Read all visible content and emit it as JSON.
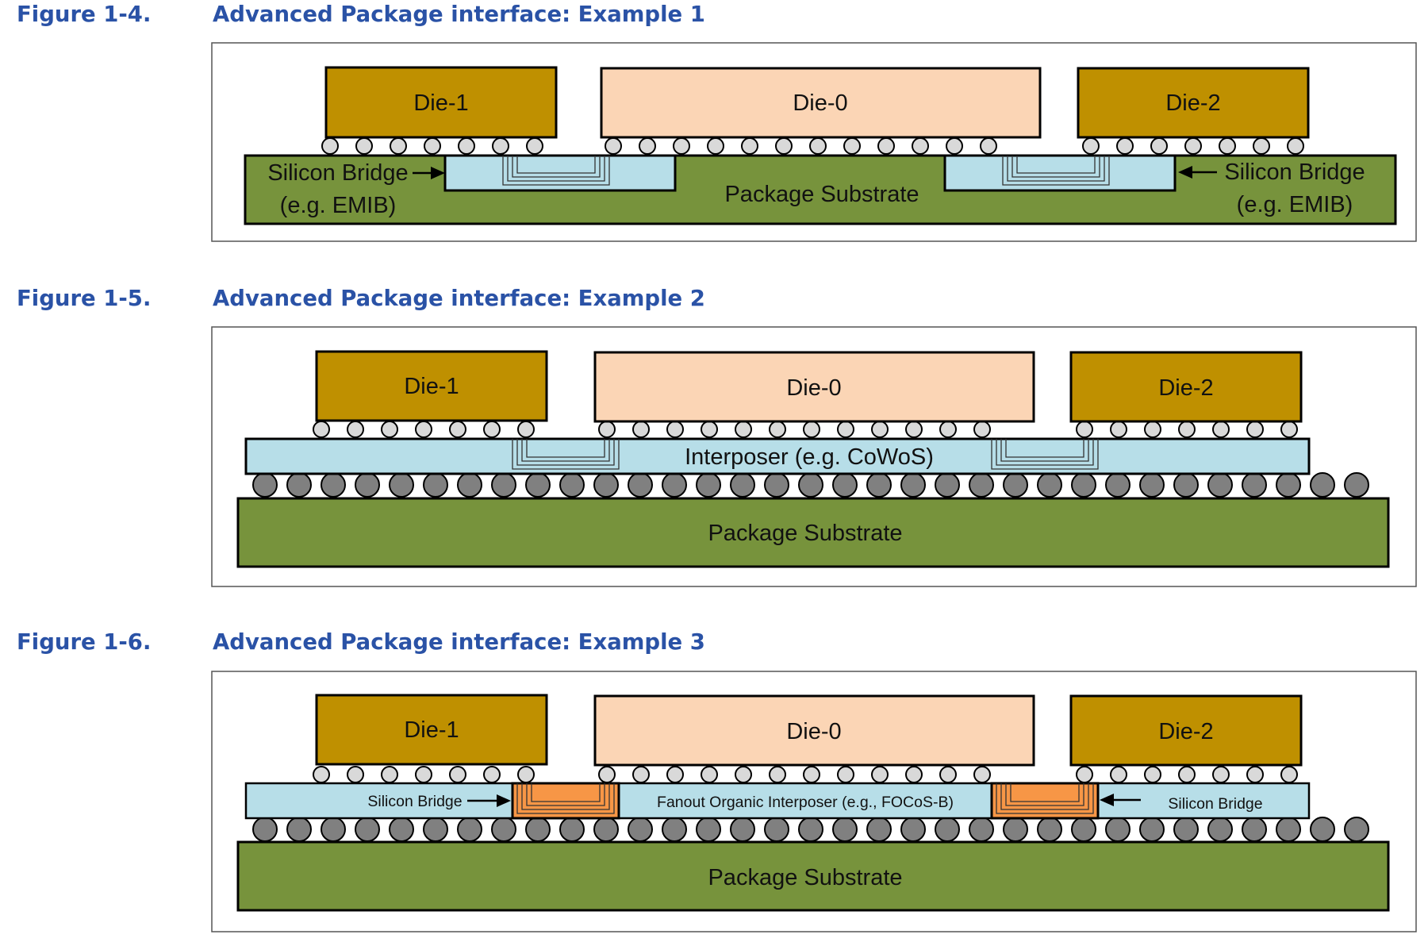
{
  "colors": {
    "heading": "#2a52a6",
    "die_side": "#bf9000",
    "die_center": "#fbd5b5",
    "substrate": "#77933c",
    "bridge": "#b7dee8",
    "organic_bridge": "#f79646",
    "microbump": "#d9d9d9",
    "c4_bump": "#808080"
  },
  "figures": [
    {
      "number": "Figure 1-4.",
      "title": "Advanced Package interface: Example 1",
      "dies": {
        "left": "Die-1",
        "center": "Die-0",
        "right": "Die-2"
      },
      "substrate_label": "Package Substrate",
      "bridge_left_label": [
        "Silicon Bridge",
        "(e.g. EMIB)"
      ],
      "bridge_right_label": [
        "Silicon Bridge",
        "(e.g. EMIB)"
      ]
    },
    {
      "number": "Figure 1-5.",
      "title": "Advanced Package interface: Example 2",
      "dies": {
        "left": "Die-1",
        "center": "Die-0",
        "right": "Die-2"
      },
      "interposer_label": "Interposer (e.g. CoWoS)",
      "substrate_label": "Package Substrate"
    },
    {
      "number": "Figure 1-6.",
      "title": "Advanced Package interface: Example 3",
      "dies": {
        "left": "Die-1",
        "center": "Die-0",
        "right": "Die-2"
      },
      "bridge_left_label": "Silicon Bridge",
      "interposer_label": "Fanout Organic Interposer (e.g., FOCoS-B)",
      "bridge_right_label": "Silicon Bridge",
      "substrate_label": "Package Substrate"
    }
  ]
}
